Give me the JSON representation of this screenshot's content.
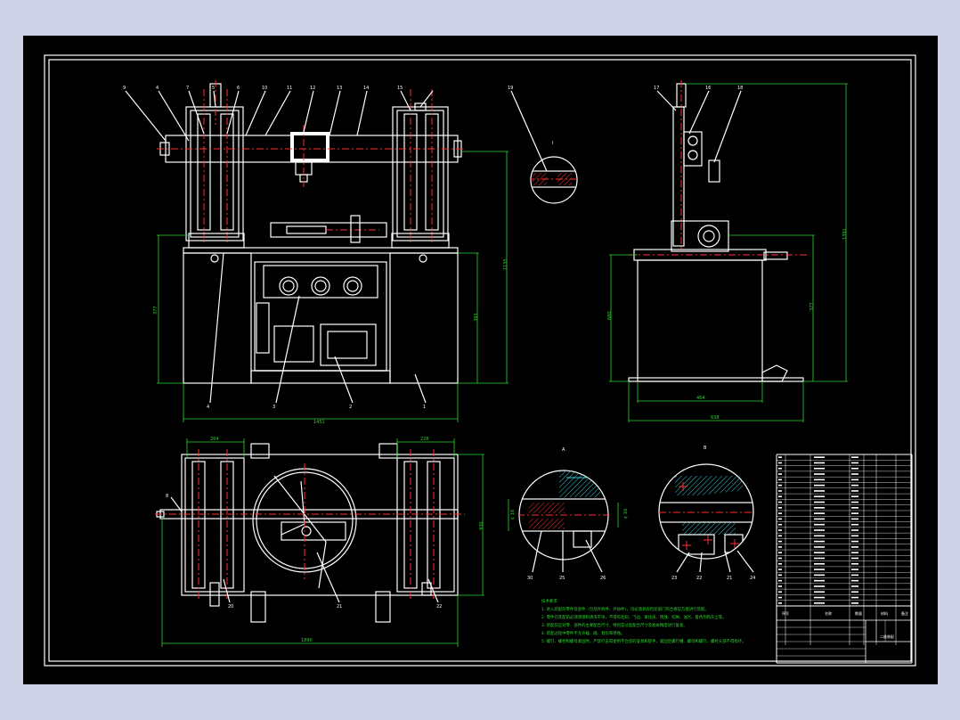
{
  "colors": {
    "background": "#cfd2e6",
    "canvas": "#000000",
    "outline": "#ffffff",
    "centerline": "#ff3030",
    "dimension": "#2bd62b",
    "section": "#36c9d6"
  },
  "views": {
    "front": {
      "balloons": [
        "9",
        "4",
        "7",
        "5",
        "6",
        "10",
        "11",
        "12",
        "13",
        "14",
        "15"
      ],
      "bottom_balloons": [
        "4",
        "3",
        "2",
        "1"
      ],
      "dims": [
        "1451",
        "377",
        "393",
        "1135"
      ]
    },
    "side": {
      "balloons": [
        "17",
        "16",
        "18"
      ],
      "dims": [
        "1391",
        "377",
        "680",
        "464",
        "638"
      ]
    },
    "detail_top": {
      "label": "I",
      "balloon": "19"
    },
    "top": {
      "balloons": [
        "8",
        "20",
        "21",
        "22"
      ],
      "dims": [
        "264",
        "226",
        "930",
        "1890"
      ]
    },
    "detail_a": {
      "label": "A",
      "balloons": [
        "30",
        "25",
        "26"
      ],
      "dims": [
        "¢ 16",
        "¢ 16"
      ]
    },
    "detail_b": {
      "label": "B",
      "balloons": [
        "23",
        "22",
        "21",
        "24"
      ]
    }
  },
  "notes": [
    "技术要求",
    "1. 进入装配的零件及部件（包括外购件、外协件），均必须具有检验部门的合格证方能进行装配。",
    "2. 零件在装配前必须清理和清洗干净，不得有毛刺、飞边、氧化皮、锈蚀、切屑、油污、着色剂和灰尘等。",
    "3. 装配前应对零、部件的主要配合尺寸，特别是过盈配合尺寸及相关精度进行复查。",
    "4. 装配过程中零件不允许磕、碰、划伤和锈蚀。",
    "5. 螺钉、螺栓和螺母紧固时，严禁打击或使用不合适的旋具和扳手，紧固后螺钉槽、螺母和螺钉、螺栓头部不得损坏。"
  ],
  "title_block": {
    "headers": [
      "序号",
      "名称",
      "数量",
      "材料",
      "备注"
    ],
    "drawing_title": "二维装配"
  }
}
